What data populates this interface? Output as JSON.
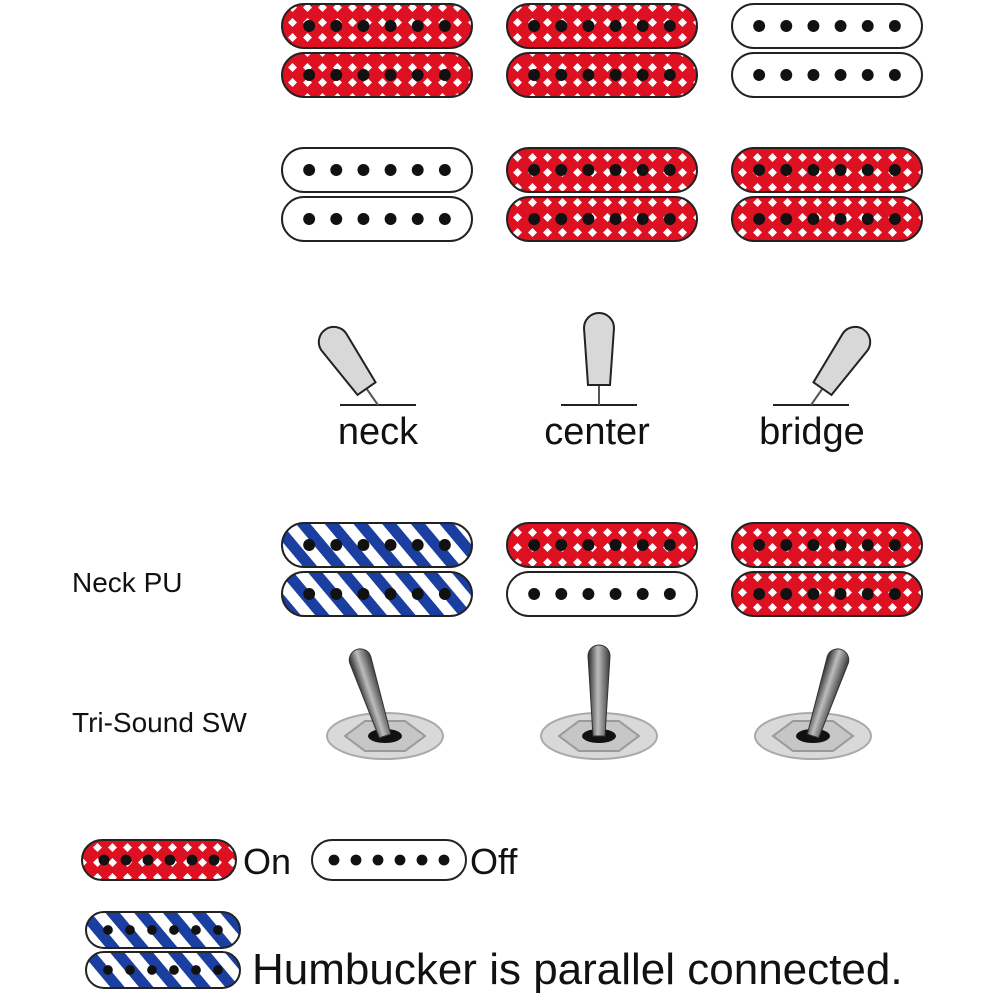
{
  "colors": {
    "on": "#dd1122",
    "off": "#ffffff",
    "parallel": "#1a3fa0",
    "outline": "#222222",
    "pole": "#111111",
    "lever_gray": "#d8d8d8",
    "toggle_dark": "#333333"
  },
  "switch_positions": [
    {
      "label": "neck",
      "lever": "left"
    },
    {
      "label": "center",
      "lever": "up"
    },
    {
      "label": "bridge",
      "lever": "right"
    }
  ],
  "top_rows": [
    [
      "on",
      "on",
      "off"
    ],
    [
      "off",
      "on",
      "on"
    ]
  ],
  "neck_pu": {
    "label": "Neck PU",
    "positions": [
      [
        "parallel",
        "parallel"
      ],
      [
        "on",
        "off"
      ],
      [
        "on",
        "on"
      ]
    ]
  },
  "tri_sound": {
    "label": "Tri-Sound SW",
    "positions": [
      "left",
      "up",
      "right"
    ]
  },
  "legend": {
    "on_label": "On",
    "off_label": "Off",
    "parallel_note": "Humbucker is parallel connected."
  }
}
